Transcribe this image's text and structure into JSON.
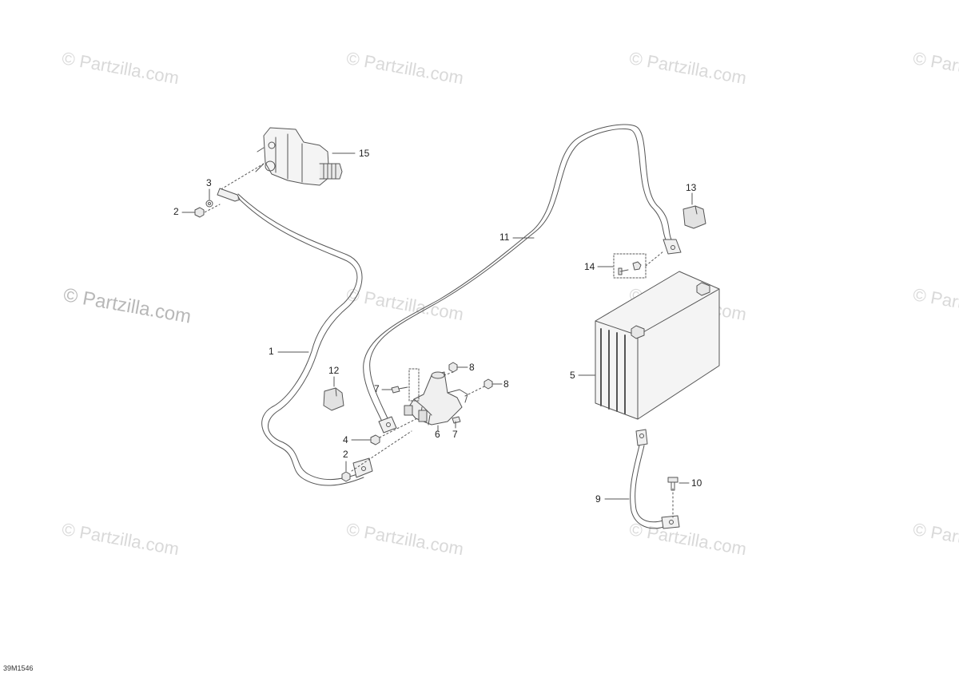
{
  "watermark": {
    "text": "© Partzilla.com"
  },
  "diagram_code": "39M1546",
  "callouts": {
    "c1": "1",
    "c2a": "2",
    "c2b": "2",
    "c3": "3",
    "c4": "4",
    "c5": "5",
    "c6": "6",
    "c7a": "7",
    "c7b": "7",
    "c8a": "8",
    "c8b": "8",
    "c9": "9",
    "c10": "10",
    "c11": "11",
    "c12": "12",
    "c13": "13",
    "c14": "14",
    "c15": "15"
  },
  "parts": [
    "starter-motor",
    "cable-starter-to-solenoid",
    "nut",
    "washer",
    "nut-small",
    "battery",
    "starter-solenoid",
    "screw",
    "nut-solenoid",
    "ground-cable",
    "bolt",
    "positive-cable",
    "terminal-cover-12",
    "terminal-cover-13",
    "terminal-hardware-kit"
  ],
  "colors": {
    "line": "#555555",
    "watermark": "#d9d9d9"
  }
}
